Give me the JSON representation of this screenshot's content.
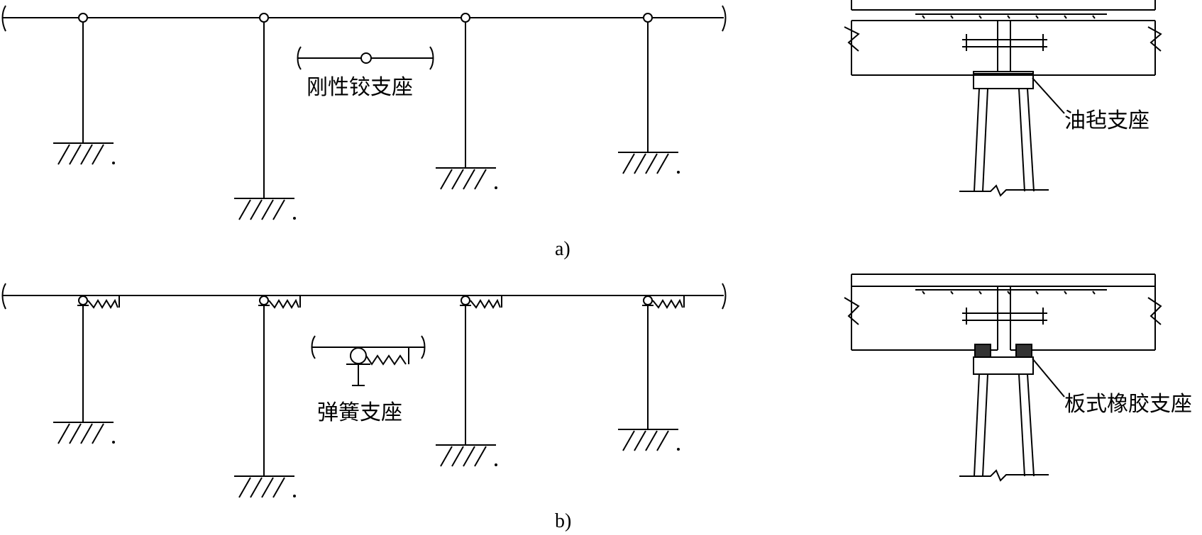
{
  "figure": {
    "panel_a": {
      "caption": "a)",
      "inset_label": "刚性铰支座",
      "detail_label": "油毡支座"
    },
    "panel_b": {
      "caption": "b)",
      "inset_label": "弹簧支座",
      "detail_label": "板式橡胶支座"
    }
  },
  "colors": {
    "stroke": "#000000",
    "background": "#ffffff",
    "pad_fill": "#333333"
  }
}
